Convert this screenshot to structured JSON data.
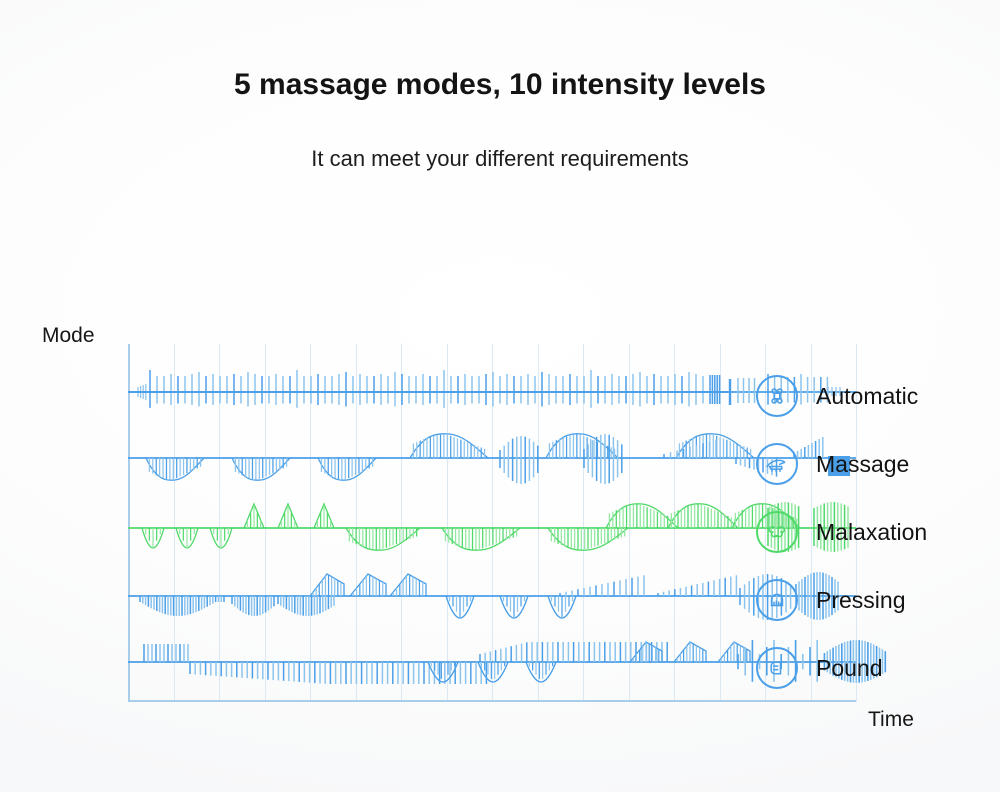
{
  "heading": {
    "title": "5 massage modes, 10 intensity levels",
    "subtitle": "It can meet your different requirements"
  },
  "axes": {
    "y_label": "Mode",
    "x_label": "Time"
  },
  "colors": {
    "blue": "#4a9fe8",
    "blue_light": "#8cc4ee",
    "green": "#4fd968",
    "green_light": "#93e8a1",
    "axis": "#a8cdea",
    "grid": "#dce9f5",
    "text": "#141414"
  },
  "legend": {
    "items": [
      {
        "label": "Automatic",
        "icon": "command-clover-icon",
        "color": "#4a9fe8"
      },
      {
        "label": "Massage",
        "icon": "kneading-hand-icon",
        "color": "#4a9fe8"
      },
      {
        "label": "Malaxation",
        "icon": "double-swirl-icon",
        "color": "#4fd968"
      },
      {
        "label": "Pressing",
        "icon": "press-hand-icon",
        "color": "#4a9fe8"
      },
      {
        "label": "Pound",
        "icon": "fist-pound-icon",
        "color": "#4a9fe8"
      }
    ]
  },
  "chart_data": {
    "type": "line",
    "title": "5 massage modes, 10 intensity levels",
    "xlabel": "Time",
    "ylabel": "Mode",
    "grid": true,
    "legend_position": "right",
    "x": [
      0,
      1
    ],
    "xlim": [
      0,
      728
    ],
    "ylim": [
      -1,
      1
    ],
    "gridline_count": 17,
    "series": [
      {
        "name": "Automatic",
        "color": "#4a9fe8",
        "row": 0,
        "style": "comb-ticks",
        "description": "Dense uniform vertical tick comb on a flat baseline, running nearly the full time axis then trailing to a few short ticks.",
        "values": [
          0.42,
          0.34,
          0.55,
          0.6,
          0.58,
          0.62,
          0.6,
          0.64,
          0.6,
          0.62,
          0.58,
          0.62,
          0.6,
          0.6,
          0.62,
          0.58,
          0.6,
          0.62,
          0.6,
          0.58,
          0.62,
          0.6,
          0.6,
          0.62,
          0.58,
          0.6,
          0.62,
          0.6,
          0.58,
          0.6,
          0.62,
          0.6,
          0.58,
          0.62,
          0.6,
          0.6,
          0.58,
          0.62,
          0.6,
          0.58,
          0.6,
          0.55,
          0.5,
          0.46,
          0.7,
          0.62,
          0.6,
          0.62,
          0.58,
          0.6,
          0.62,
          0.6,
          0.58,
          0.62,
          0.6,
          0.6,
          0.58,
          0.62,
          0.6,
          0.58,
          0.62,
          0.6,
          0.6,
          0.62,
          0.58,
          0.6,
          0.62,
          0.6,
          0.58,
          0.6,
          0.62,
          0.6,
          0.58,
          0.62,
          0.6,
          0.6,
          0.62,
          0.58,
          0.62,
          0.6,
          0.2,
          0.16,
          0.18,
          0.12
        ]
      },
      {
        "name": "Massage",
        "color": "#4a9fe8",
        "row": 1,
        "style": "hatched-humps",
        "description": "Three hatched humps below baseline, then three hatched humps above, then bar clusters of varying height, ending in a solid filled block.",
        "values": [
          -0.55,
          -0.6,
          -0.5,
          -0.55,
          -0.6,
          -0.5,
          0.6,
          0.65,
          0.55,
          0.6,
          0.65,
          0.55,
          0.3,
          0.45,
          0.4,
          0.35,
          0.5,
          0.45,
          0.2,
          0.35,
          0.45,
          0.4,
          -0.35,
          -0.4,
          -0.45,
          -0.4,
          0.7,
          0.8,
          0.75,
          0.8,
          -0.3,
          -0.45,
          -0.5
        ]
      },
      {
        "name": "Malaxation",
        "color": "#4fd968",
        "row": 2,
        "style": "leaf-spikes",
        "description": "Pointed leaf shapes below baseline, three triangular spikes above, hatched humps below, then three humps above and two dense symmetric bursts.",
        "values": [
          -0.5,
          -0.55,
          -0.5,
          0.7,
          0.72,
          0.7,
          -0.5,
          -0.55,
          -0.5,
          -0.55,
          -0.5,
          0.55,
          0.6,
          0.55,
          0.6,
          0.55,
          0.6,
          0.85,
          0.8,
          0.85,
          0.8
        ]
      },
      {
        "name": "Pressing",
        "color": "#4a9fe8",
        "row": 3,
        "style": "tents-and-vees",
        "description": "Dense downward bars, three upward tent shapes, three downward V shapes, ascending bar ramps above baseline, then a dense symmetric burst.",
        "values": [
          -0.45,
          -0.5,
          -0.45,
          -0.5,
          -0.45,
          0.6,
          0.62,
          0.6,
          -0.5,
          -0.5,
          -0.5,
          0.25,
          0.35,
          0.45,
          0.55,
          0.6,
          0.3,
          0.4,
          0.5,
          0.6,
          0.7,
          0.75,
          0.8
        ]
      },
      {
        "name": "Pound",
        "color": "#4a9fe8",
        "row": 4,
        "style": "step-blocks",
        "description": "Bar block above baseline, long descending block below baseline, rising block back above, then V shapes, tent shapes and sparse tall ticks.",
        "values": [
          0.5,
          0.5,
          0.5,
          -0.6,
          -0.65,
          -0.7,
          -0.7,
          -0.65,
          0.55,
          0.6,
          0.6,
          0.6,
          -0.5,
          -0.5,
          0.6,
          0.6,
          0.6,
          0.3,
          0.5,
          0.45,
          0.55,
          0.6,
          0.55,
          0.6,
          0.5
        ]
      }
    ]
  }
}
